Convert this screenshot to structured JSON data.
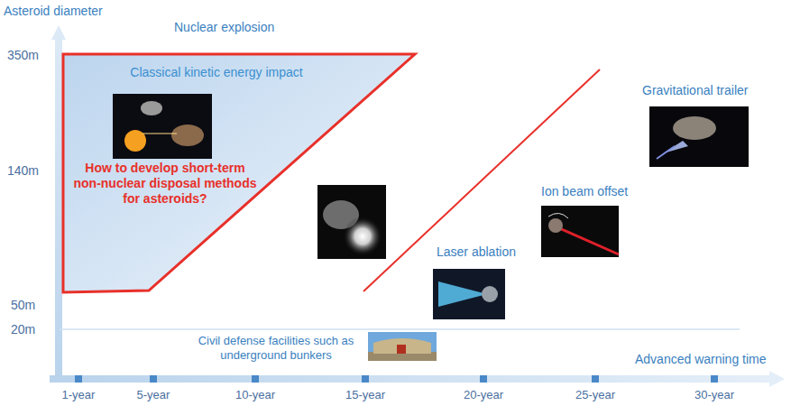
{
  "diagram": {
    "nodes": [
      {
        "text": [
          "Classical kinetic energy impact",
          "How to develop short-term non-nuclear disposal methods for asteroids?"
        ]
      }
    ],
    "edges": [],
    "labels": [
      "Asteroid diameter",
      "Nuclear explosion",
      "350m",
      "140m",
      "50m",
      "20m",
      "Gravitational trailer",
      "Ion beam offset",
      "Laser ablation",
      "Civil defense facilities such as underground bunkers",
      "Advanced warning time",
      "1-year",
      "5-year",
      "10-year",
      "15-year",
      "20-year",
      "25-year",
      "30-year"
    ]
  }
}
